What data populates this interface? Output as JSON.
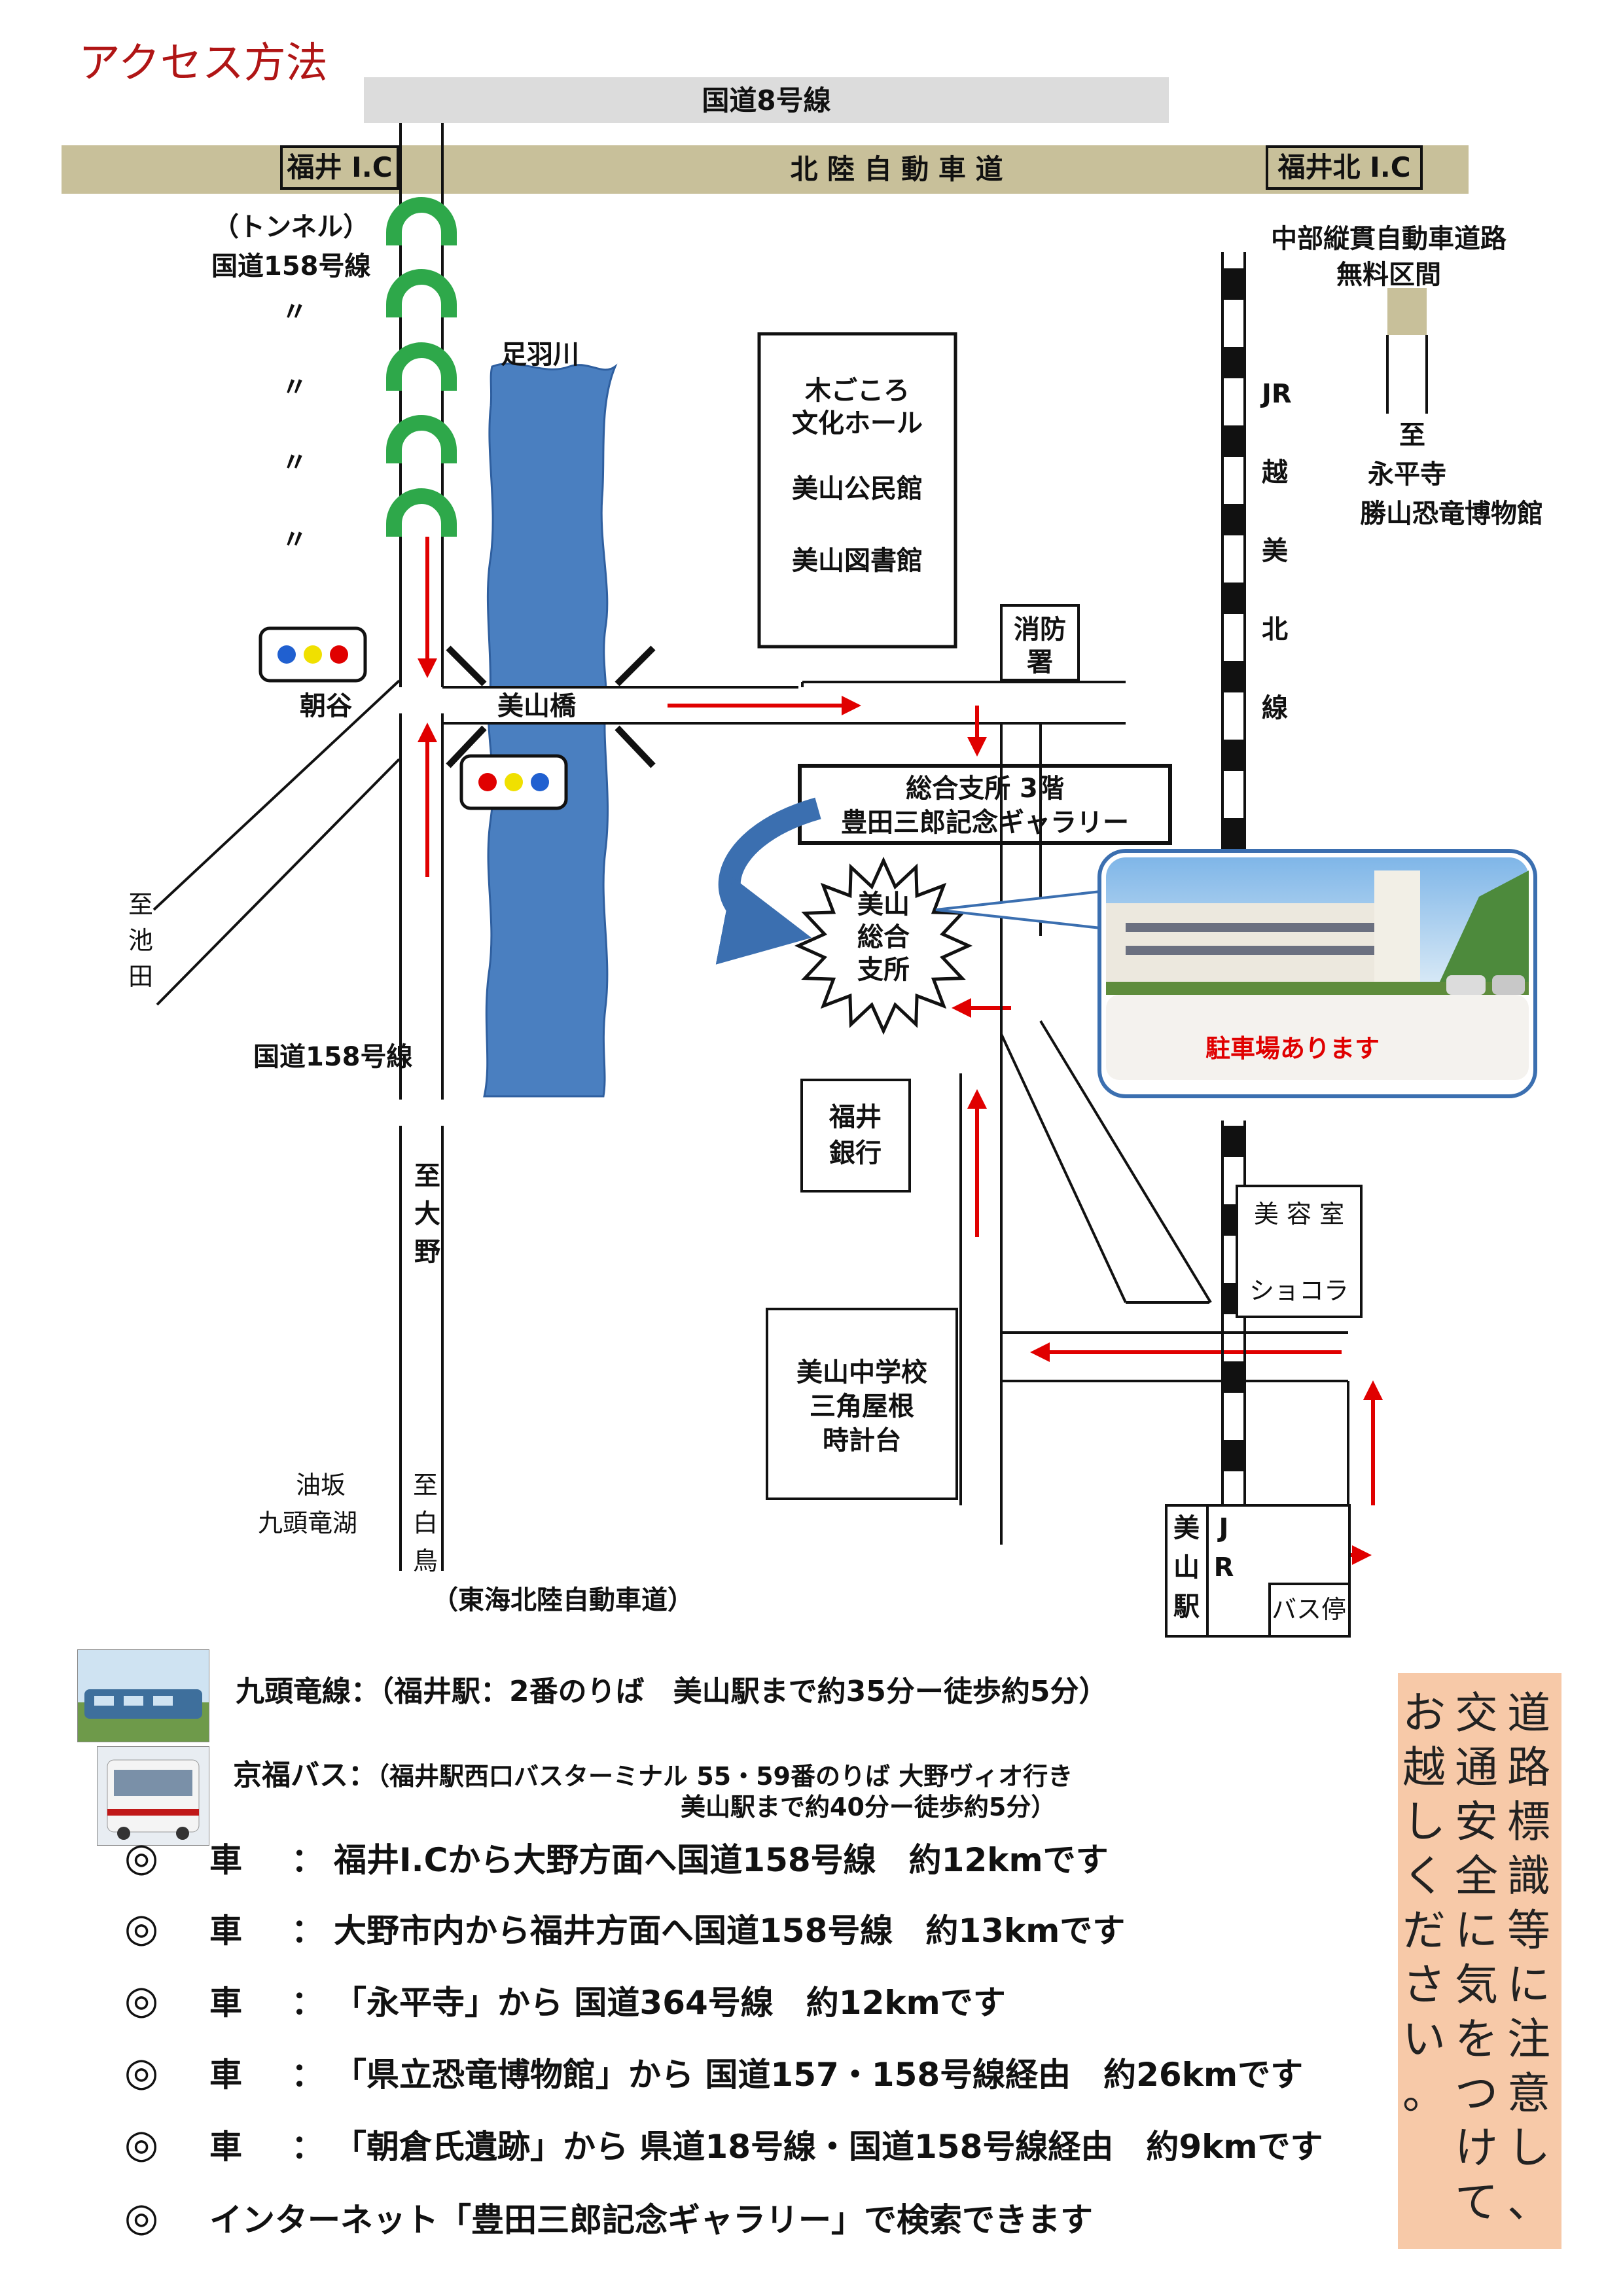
{
  "header": {
    "title": "アクセス方法"
  },
  "map": {
    "roads": {
      "route8": "国道8号線",
      "expressway": "北 陸 自 動 車 道",
      "ic_fukui": "福井 I.C",
      "ic_fukui_north": "福井北 I.C",
      "chubu": [
        "中部縦貫自動車道路",
        "無料区間"
      ],
      "tunnel": "（トンネル）",
      "route158_top": "国道158号線",
      "ditto": "〃",
      "route158_mid": "国道158号線",
      "tokai": "（東海北陸自動車道）"
    },
    "directions": {
      "ikeda": "至池田",
      "ohno": "至大野",
      "shiratori": "至白鳥",
      "aburazaka": [
        "油坂",
        "九頭竜湖"
      ],
      "eiheiji": [
        "至",
        "永平寺",
        "勝山恐竜博物館"
      ]
    },
    "river": "足羽川",
    "bridge": "美山橋",
    "asatani": "朝谷",
    "jr_line": "JR越美北線",
    "landmarks": {
      "hall": [
        "木ごころ",
        "文化ホール",
        "美山公民館",
        "美山図書館"
      ],
      "fire": [
        "消防",
        "署"
      ],
      "branch_office": [
        "総合支所 3階",
        "豊田三郎記念ギャラリー"
      ],
      "target": [
        "美山",
        "総合",
        "支所"
      ],
      "bank": [
        "福井",
        "銀行"
      ],
      "school": [
        "美山中学校",
        "三角屋根",
        "時計台"
      ],
      "salon": [
        "美 容 室",
        "ショコラ"
      ],
      "station_left": "美山駅",
      "station_jr": "JR",
      "bus_stop": "バス停"
    },
    "photo_caption": "駐車場あります"
  },
  "transit": [
    {
      "prefix": "九頭竜線：",
      "detail": "（福井駅：2番のりば　美山駅まで約35分ー徒歩約5分）"
    },
    {
      "prefix": "京福バス：",
      "detail": "（福井駅西口バスターミナル 55・59番のりば 大野ヴィオ行き",
      "detail2": "美山駅まで約40分ー徒歩約5分）"
    }
  ],
  "routes": [
    {
      "mark": "◎",
      "mode": "車",
      "sep": "：",
      "text": "福井I.Cから大野方面へ国道158号線　約12kmです"
    },
    {
      "mark": "◎",
      "mode": "車",
      "sep": "：",
      "text": "大野市内から福井方面へ国道158号線　約13kmです"
    },
    {
      "mark": "◎",
      "mode": "車",
      "sep": "：",
      "text": "「永平寺」から 国道364号線　約12kmです"
    },
    {
      "mark": "◎",
      "mode": "車",
      "sep": "：",
      "text": "「県立恐竜博物館」から 国道157・158号線経由　約26kmです"
    },
    {
      "mark": "◎",
      "mode": "車",
      "sep": "：",
      "text": "「朝倉氏遺跡」から 県道18号線・国道158号線経由　約9kmです"
    },
    {
      "mark": "◎",
      "mode": "",
      "sep": "",
      "text": "インターネット「豊田三郎記念ギャラリー」で検索できます"
    }
  ],
  "notice": {
    "columns": [
      "道路標識等に注意し、",
      "交通安全に気をつけて",
      "お越しください。"
    ]
  },
  "colors": {
    "title": "#b01515",
    "arrow": "#e00000",
    "river": "#4a7fc0",
    "expressway": "#c8c09a",
    "notice_bg": "#f7c9a8",
    "tunnel": "#2ea84a"
  }
}
